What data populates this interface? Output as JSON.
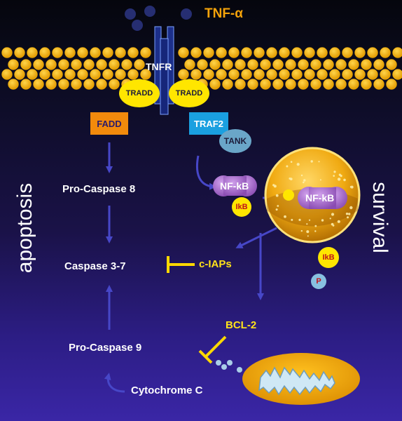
{
  "ligand": {
    "label": "TNF-α"
  },
  "receptor": {
    "label": "TNFR"
  },
  "adaptors": {
    "tradd_left": "TRADD",
    "tradd_right": "TRADD",
    "fadd": "FADD",
    "traf2": "TRAF2",
    "tank": "TANK"
  },
  "nfkb": {
    "cytoplasmic_label": "NF-kB",
    "ikb_label": "IkB",
    "nuclear_label": "NF-kB",
    "free_ikb_label": "IkB",
    "phospho_label": "P"
  },
  "apoptosis_pathway": {
    "side_label": "apoptosis",
    "pro_caspase8": "Pro-Caspase 8",
    "caspase37": "Caspase 3-7",
    "pro_caspase9": "Pro-Caspase 9",
    "cytochrome_c": "Cytochrome C"
  },
  "survival_pathway": {
    "side_label": "survival",
    "ciaps": "c-IAPs",
    "bcl2": "BCL-2"
  },
  "colors": {
    "membrane_head": "#f5b000",
    "arrow": "#3f3fbf",
    "inhibitor": "#ffd800",
    "fadd_box": "#f28a0c",
    "traf2_box": "#1aa0e0",
    "tank": "#6aa6c8",
    "nfkb": "#a870c8",
    "ikb": "#ffe600",
    "phospho": "#88c0e0",
    "nucleus": "#e8a200",
    "receptor": "#1c2f8a",
    "ligand_dot": "#262e72"
  }
}
